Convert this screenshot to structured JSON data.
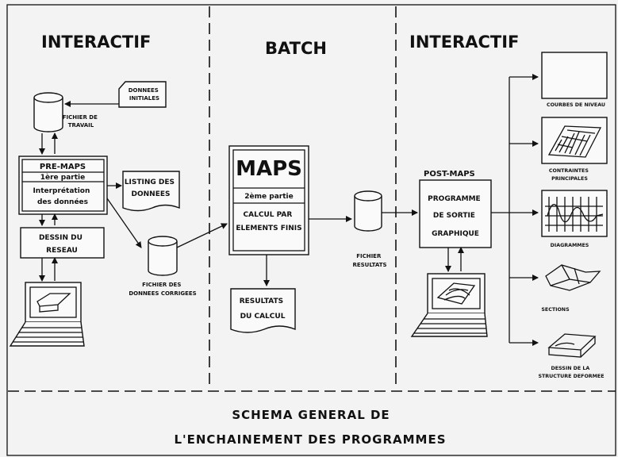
{
  "sections": {
    "left": "INTERACTIF",
    "middle": "BATCH",
    "right": "INTERACTIF"
  },
  "left": {
    "donnees_initiales": [
      "DONNEES",
      "INITIALES"
    ],
    "fichier_travail": [
      "FICHIER DE",
      "TRAVAIL"
    ],
    "premaps": {
      "title": "PRE-MAPS",
      "part": "1ère partie",
      "interp": [
        "Interprétation",
        "des données"
      ]
    },
    "listing": [
      "LISTING DES",
      "DONNEES"
    ],
    "dessin_reseau": [
      "DESSIN  DU",
      "RESEAU"
    ],
    "fichier_corrigees": [
      "FICHIER   DES",
      "DONNEES CORRIGEES"
    ]
  },
  "middle": {
    "maps": {
      "title": "MAPS",
      "part": "2ème  partie",
      "calc": [
        "CALCUL  PAR",
        "ELEMENTS FINIS"
      ]
    },
    "resultats_calcul": [
      "RESULTATS",
      "DU  CALCUL"
    ],
    "fichier_resultats": [
      "FICHIER",
      "RESULTATS"
    ]
  },
  "right": {
    "postmaps": {
      "title": "POST-MAPS",
      "prog": [
        "PROGRAMME",
        "DE  SORTIE",
        "GRAPHIQUE"
      ]
    },
    "outputs": [
      [
        "COURBES DE NIVEAU"
      ],
      [
        "CONTRAINTES",
        "PRINCIPALES"
      ],
      [
        "DIAGRAMMES"
      ],
      [
        "SECTIONS"
      ],
      [
        "DESSIN  DE  LA",
        "STRUCTURE DEFORMEE"
      ]
    ]
  },
  "footer": {
    "line1": "SCHEMA    GENERAL    DE",
    "line2": "L'ENCHAINEMENT  DES  PROGRAMMES"
  }
}
